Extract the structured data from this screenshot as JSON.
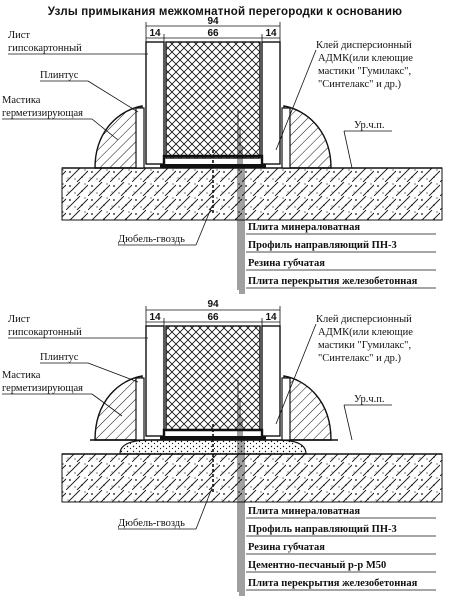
{
  "title": "Узлы примыкания межкомнатной перегородки к основанию",
  "dims": {
    "total": "94",
    "left": "14",
    "middle": "66",
    "right": "14"
  },
  "diagrams": [
    {
      "labels": {
        "sheet_line1": "Лист",
        "sheet_line2": "гипсокартонный",
        "plinth": "Плинтус",
        "mastic_line1": "Мастика",
        "mastic_line2": "герметизирующая",
        "glue_line1": "Клей дисперсионный",
        "glue_line2": "АДМК(или клеющие",
        "glue_line3": "мастики \"Гумилакс\",",
        "glue_line4": "\"Синтелакс\" и др.)",
        "floor_level": "Ур.ч.п.",
        "dowel": "Дюбель-гвоздь"
      },
      "legend": [
        "Плита минераловатная",
        "Профиль направляющий ПН-3",
        "Резина губчатая",
        "Плита перекрытия железобетонная"
      ]
    },
    {
      "labels": {
        "sheet_line1": "Лист",
        "sheet_line2": "гипсокартонный",
        "plinth": "Плинтус",
        "mastic_line1": "Мастика",
        "mastic_line2": "герметизирующая",
        "glue_line1": "Клей дисперсионный",
        "glue_line2": "АДМК(или клеющие",
        "glue_line3": "мастики \"Гумилакс\",",
        "glue_line4": "\"Синтелакс\" и др.)",
        "floor_level": "Ур.ч.п.",
        "dowel": "Дюбель-гвоздь"
      },
      "legend": [
        "Плита минераловатная",
        "Профиль направляющий ПН-3",
        "Резина губчатая",
        "Цементно-песчаный р-р М50",
        "Плита перекрытия железобетонная"
      ]
    }
  ]
}
